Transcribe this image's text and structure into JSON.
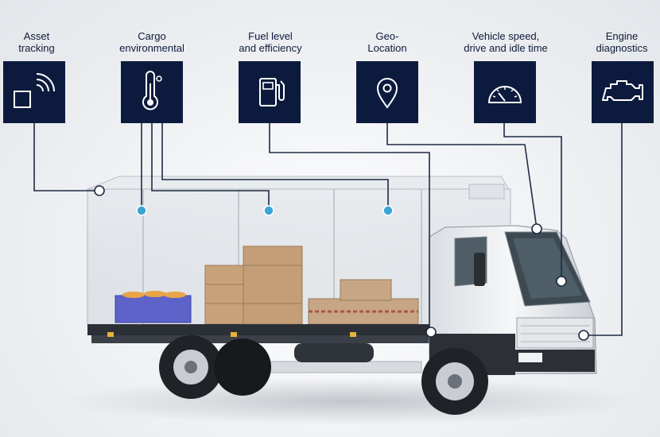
{
  "sensors": [
    {
      "id": "asset",
      "label_lines": [
        "Asset",
        "tracking"
      ],
      "icon": "asset-tracking-icon"
    },
    {
      "id": "cargo",
      "label_lines": [
        "Cargo",
        "environmental"
      ],
      "icon": "thermometer-icon"
    },
    {
      "id": "fuel",
      "label_lines": [
        "Fuel level",
        "and efficiency"
      ],
      "icon": "fuel-pump-icon"
    },
    {
      "id": "geo",
      "label_lines": [
        "Geo-",
        "Location"
      ],
      "icon": "location-pin-icon"
    },
    {
      "id": "speed",
      "label_lines": [
        "Vehicle speed,",
        "drive and idle time"
      ],
      "icon": "speedometer-icon"
    },
    {
      "id": "engine",
      "label_lines": [
        "Engine",
        "diagnostics"
      ],
      "icon": "engine-icon"
    }
  ],
  "colors": {
    "tile": "#0c1b3d",
    "label": "#0e1a3a",
    "line": "#1f2a44",
    "dot_blue": "#3aa6d6",
    "dot_white": "#ffffff"
  }
}
